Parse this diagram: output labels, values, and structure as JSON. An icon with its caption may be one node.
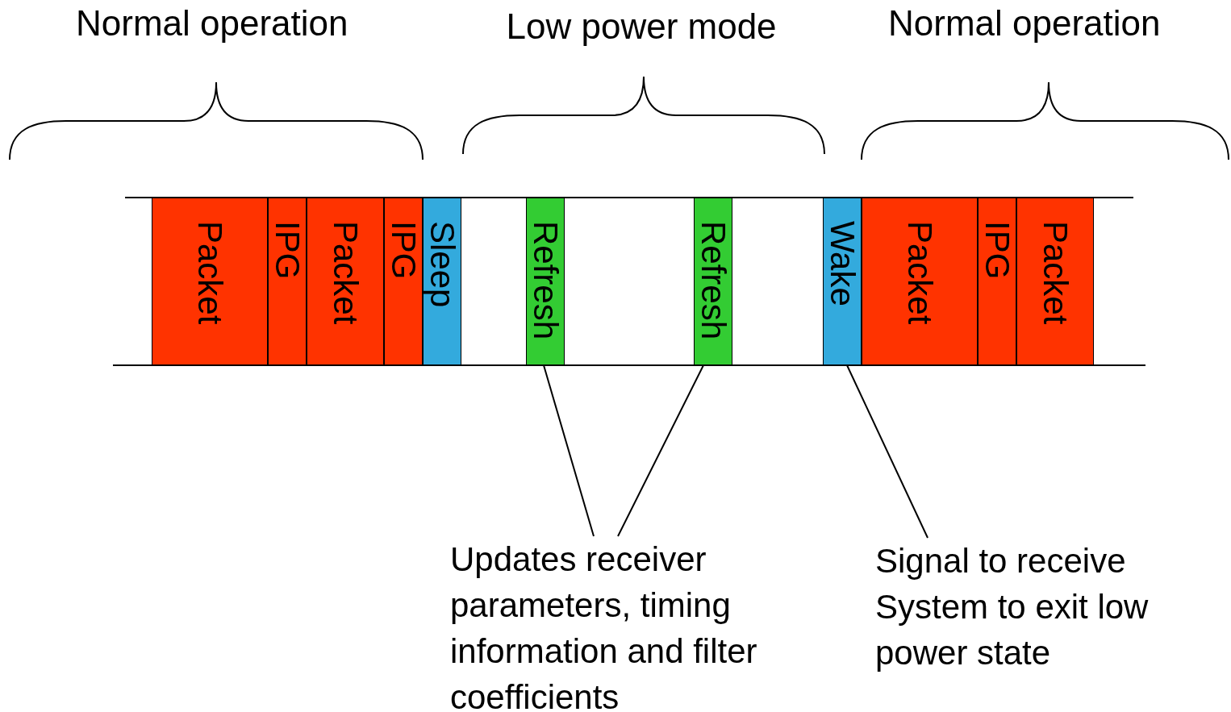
{
  "diagram": {
    "nodes": [
      {
        "text": [
          "Packet"
        ]
      },
      {
        "text": [
          "IPG"
        ]
      },
      {
        "text": [
          "Packet"
        ]
      },
      {
        "text": [
          "IPG"
        ]
      },
      {
        "text": [
          "Sleep"
        ]
      },
      {
        "text": [
          "Refresh"
        ]
      },
      {
        "text": [
          "Refresh"
        ]
      },
      {
        "text": [
          "Wake"
        ]
      },
      {
        "text": [
          "Packet"
        ]
      },
      {
        "text": [
          "IPG"
        ]
      },
      {
        "text": [
          "Packet"
        ]
      },
      {
        "text": [
          "Updates receiver parameters, timing information and filter coefficients"
        ]
      },
      {
        "text": [
          "Signal to receive System to exit low power state"
        ]
      }
    ],
    "edges": [
      {
        "from": 11,
        "to": 5,
        "arrow": "none"
      },
      {
        "from": 11,
        "to": 6,
        "arrow": "none"
      },
      {
        "from": 12,
        "to": 7,
        "arrow": "none"
      }
    ],
    "labels": [
      "Normal operation",
      "Low power mode",
      "Normal operation"
    ]
  }
}
